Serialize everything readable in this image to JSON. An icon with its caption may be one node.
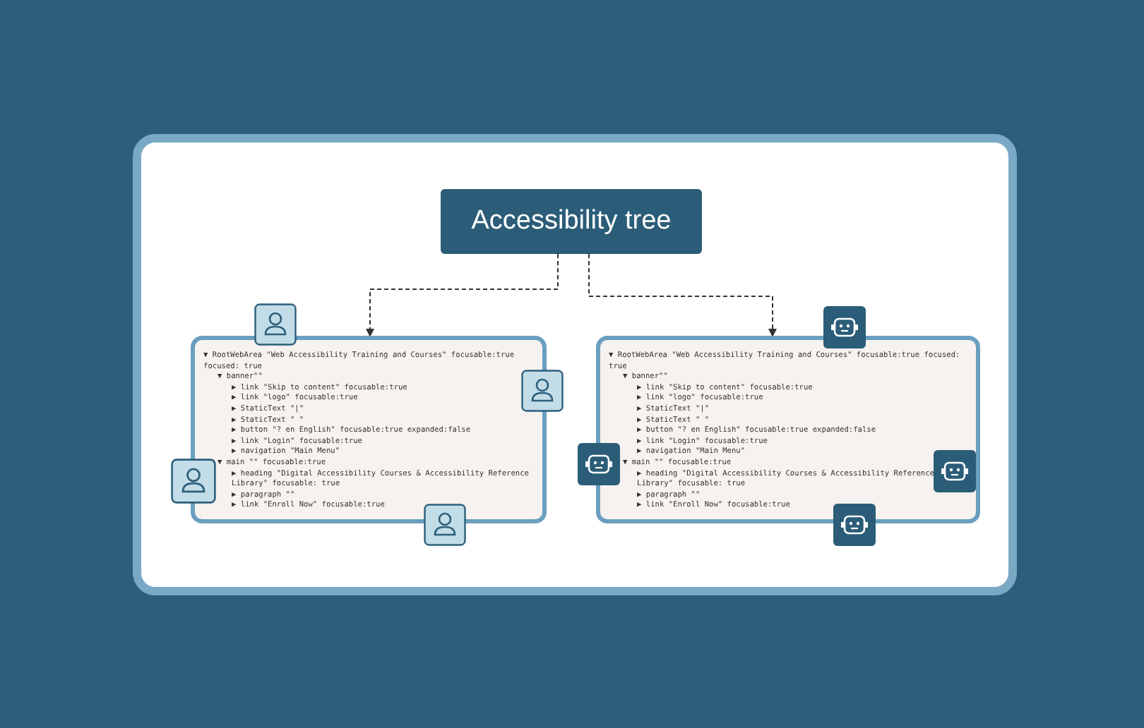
{
  "diagram": {
    "nodes": [
      {
        "text": [
          "Accessibility tree"
        ]
      },
      {
        "text": [
          "▼ RootWebArea \"Web Accessibility Training and Courses\" focusable:true focused: true",
          "▼ banner\"\"",
          "▶ link \"Skip to content\" focusable:true",
          "▶ link \"logo\" focusable:true",
          "▶ StaticText \"|\"",
          "▶ StaticText \" \"",
          "▶ button \"? en English\" focusable:true expanded:false",
          "▶ link \"Login\" focusable:true",
          "▶ navigation \"Main Menu\"",
          "▼ main \"\" focusable:true",
          "▶ heading \"Digital Accessibility Courses & Accessibility Reference Library\" focusable: true",
          "▶ paragraph \"\"",
          "▶ link \"Enroll Now\" focusable:true"
        ]
      },
      {
        "text": [
          "▼ RootWebArea \"Web Accessibility Training and Courses\" focusable:true focused: true",
          "▼ banner\"\"",
          "▶ link \"Skip to content\" focusable:true",
          "▶ link \"logo\" focusable:true",
          "▶ StaticText \"|\"",
          "▶ StaticText \" \"",
          "▶ button \"? en English\" focusable:true expanded:false",
          "▶ link \"Login\" focusable:true",
          "▶ navigation \"Main Menu\"",
          "▼ main \"\" focusable:true",
          "▶ heading \"Digital Accessibility Courses & Accessibility Reference Library\" focusable: true",
          "▶ paragraph \"\"",
          "▶ link \"Enroll Now\" focusable:true"
        ]
      }
    ],
    "edges": [
      {
        "from": 0,
        "to": 1,
        "arrow": "to",
        "style": "dashed"
      },
      {
        "from": 0,
        "to": 2,
        "arrow": "to",
        "style": "dashed"
      }
    ]
  }
}
